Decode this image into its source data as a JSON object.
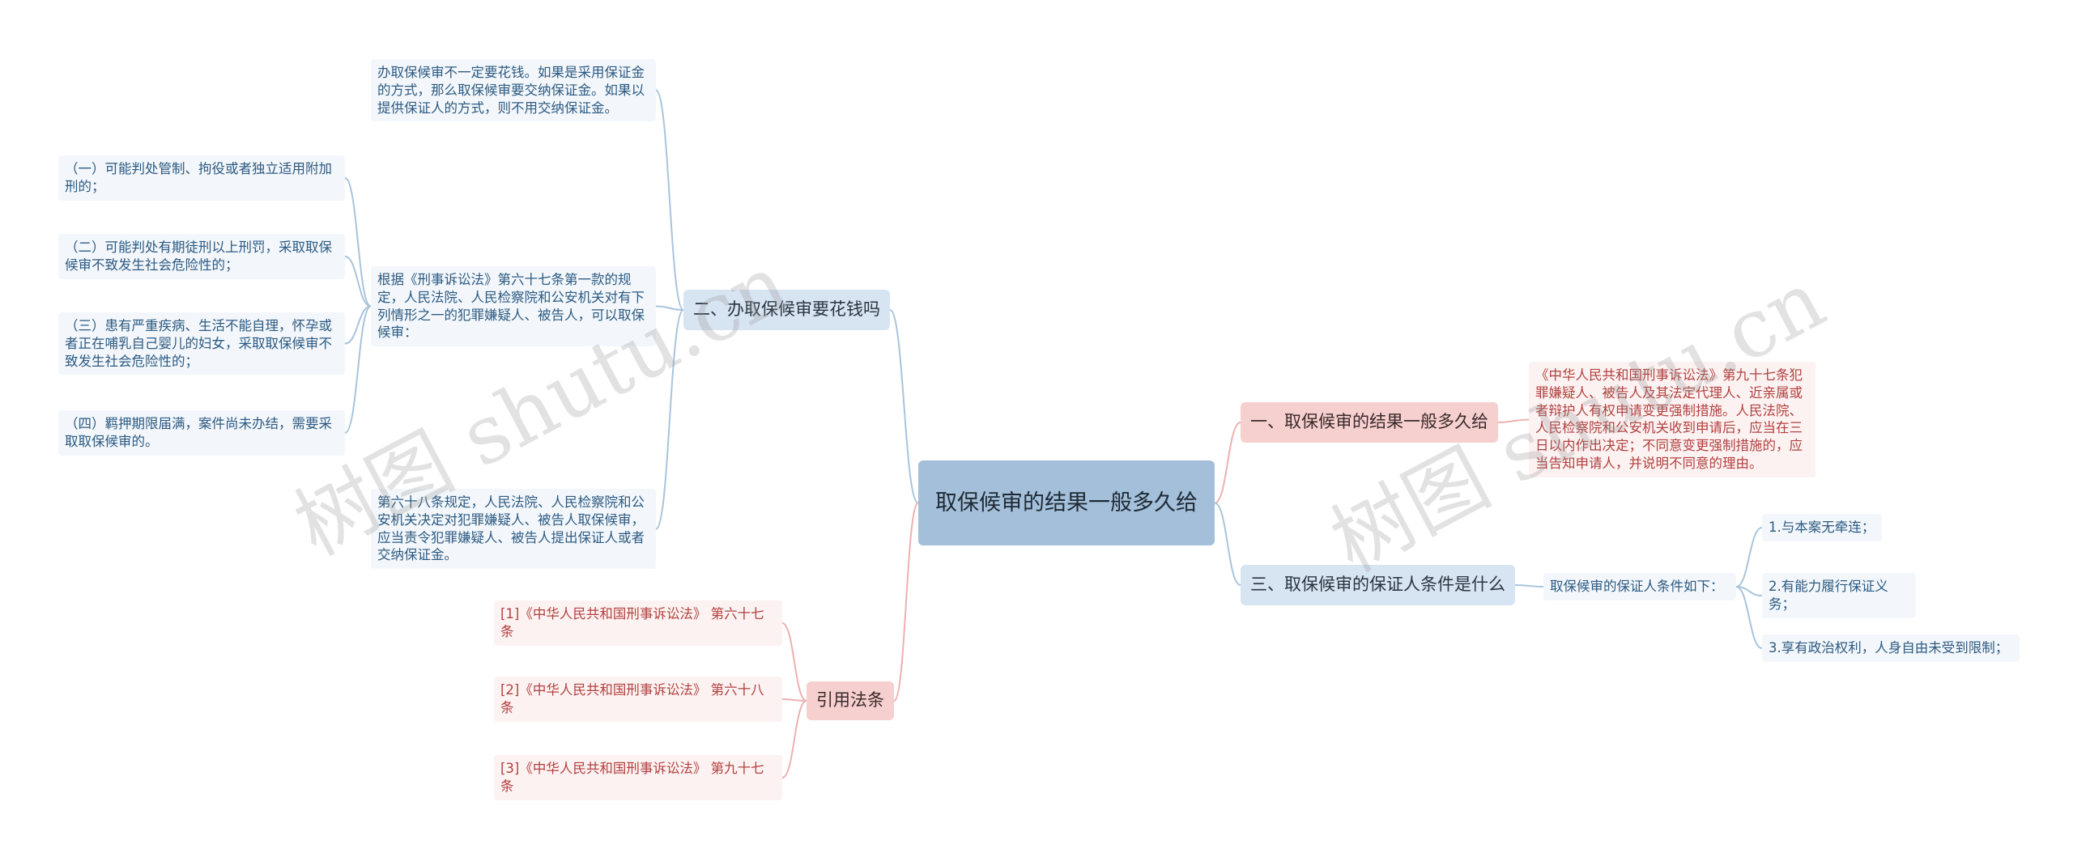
{
  "root": {
    "label": "取保候审的结果一般多久给"
  },
  "left": {
    "branch2": {
      "label": "二、办取保候审要花钱吗",
      "leaf_money": "办取保候审不一定要花钱。如果是采用保证金的方式，那么取保候审要交纳保证金。如果以提供保证人的方式，则不用交纳保证金。",
      "leaf_art67": "根据《刑事诉讼法》第六十七条第一款的规定，人民法院、人民检察院和公安机关对有下列情形之一的犯罪嫌疑人、被告人，可以取保候审：",
      "conditions": [
        "（一）可能判处管制、拘役或者独立适用附加刑的；",
        "（二）可能判处有期徒刑以上刑罚，采取取保候审不致发生社会危险性的；",
        "（三）患有严重疾病、生活不能自理，怀孕或者正在哺乳自己婴儿的妇女，采取取保候审不致发生社会危险性的；",
        "（四）羁押期限届满，案件尚未办结，需要采取取保候审的。"
      ],
      "leaf_art68": "第六十八条规定，人民法院、人民检察院和公安机关决定对犯罪嫌疑人、被告人取保候审，应当责令犯罪嫌疑人、被告人提出保证人或者交纳保证金。"
    },
    "cite": {
      "label": "引用法条",
      "items": [
        "[1]《中华人民共和国刑事诉讼法》 第六十七条",
        "[2]《中华人民共和国刑事诉讼法》 第六十八条",
        "[3]《中华人民共和国刑事诉讼法》 第九十七条"
      ]
    }
  },
  "right": {
    "branch1": {
      "label": "一、取保候审的结果一般多久给",
      "leaf": "《中华人民共和国刑事诉讼法》第九十七条犯罪嫌疑人、被告人及其法定代理人、近亲属或者辩护人有权申请变更强制措施。人民法院、人民检察院和公安机关收到申请后，应当在三日以内作出决定；不同意变更强制措施的，应当告知申请人，并说明不同意的理由。"
    },
    "branch3": {
      "label": "三、取保候审的保证人条件是什么",
      "leaf": "取保候审的保证人条件如下：",
      "conditions": [
        "1.与本案无牵连；",
        "2.有能力履行保证义务；",
        "3.享有政治权利，人身自由未受到限制；"
      ]
    }
  },
  "watermarks": [
    "树图 shutu.cn",
    "树图 shutu.cn"
  ],
  "colors": {
    "blue_line": "#a9c4dc",
    "pink_line": "#eeb0b0"
  }
}
